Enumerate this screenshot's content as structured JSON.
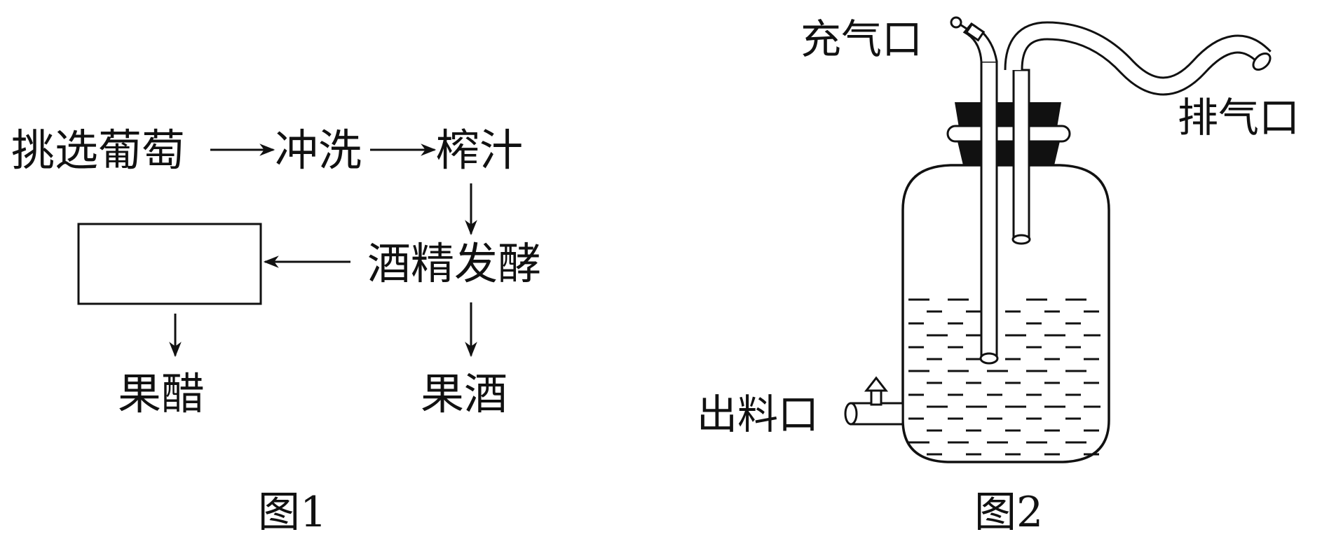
{
  "figure1": {
    "caption": "图1",
    "steps": {
      "select": "挑选葡萄",
      "rinse": "冲洗",
      "juice": "榨汁",
      "alcohol_fermentation": "酒精发酵",
      "blank_box": "",
      "vinegar": "果醋",
      "wine": "果酒"
    }
  },
  "figure2": {
    "caption": "图2",
    "labels": {
      "air_inlet": "充气口",
      "exhaust": "排气口",
      "outlet": "出料口"
    }
  }
}
